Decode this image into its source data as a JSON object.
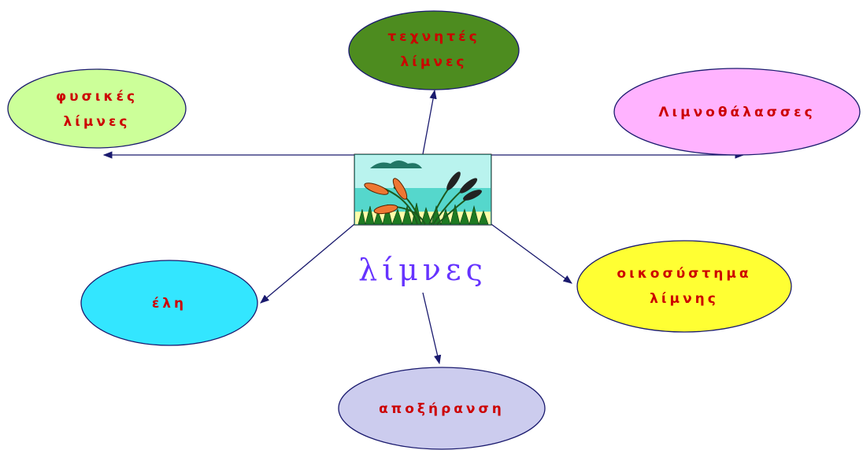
{
  "center": {
    "label": "λίμνες",
    "label_color": "#6633ff",
    "icon": "cattail-lake-picture"
  },
  "colors": {
    "edge": "#1a1a6e",
    "text": "#cc0000"
  },
  "nodes": [
    {
      "id": "natural",
      "lines": [
        "φυσικές",
        "λίμνες"
      ],
      "fill": "#ccff99"
    },
    {
      "id": "artificial",
      "lines": [
        "τεχνητές",
        "λίμνες"
      ],
      "fill": "#4d8c1f"
    },
    {
      "id": "lagoons",
      "lines": [
        "Λιμνοθάλασσες"
      ],
      "fill": "#ffb3ff"
    },
    {
      "id": "marshes",
      "lines": [
        "έλη"
      ],
      "fill": "#33e6ff"
    },
    {
      "id": "ecosystem",
      "lines": [
        "οικοσύστημα",
        "λίμνης"
      ],
      "fill": "#ffff33"
    },
    {
      "id": "drainage",
      "lines": [
        "αποξήρανση"
      ],
      "fill": "#ccccee"
    }
  ]
}
